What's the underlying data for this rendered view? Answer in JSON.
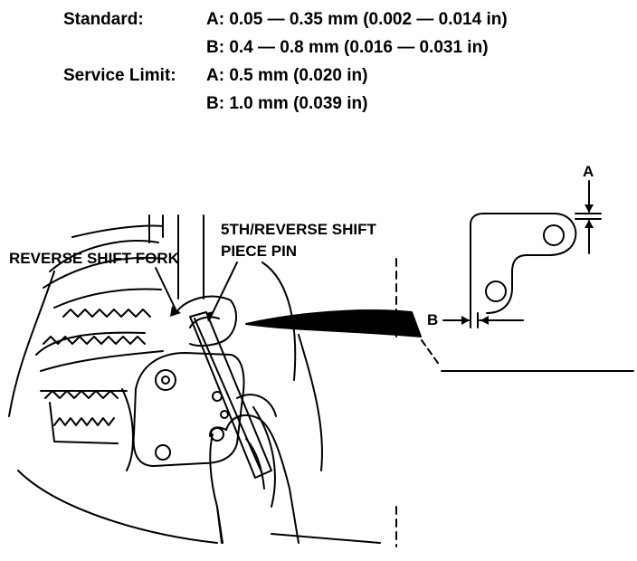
{
  "specs": {
    "standard_label": "Standard:",
    "standard_a": "A: 0.05 — 0.35 mm (0.002 — 0.014 in)",
    "standard_b": "B: 0.4 — 0.8 mm (0.016 — 0.031 in)",
    "service_limit_label": "Service Limit:",
    "service_limit_a": "A: 0.5 mm (0.020 in)",
    "service_limit_b": "B: 1.0 mm (0.039 in)"
  },
  "callouts": {
    "reverse_shift_fork": "REVERSE SHIFT FORK",
    "pin_line1": "5TH/REVERSE SHIFT",
    "pin_line2": "PIECE PIN"
  },
  "detail": {
    "label_a": "A",
    "label_b": "B"
  }
}
